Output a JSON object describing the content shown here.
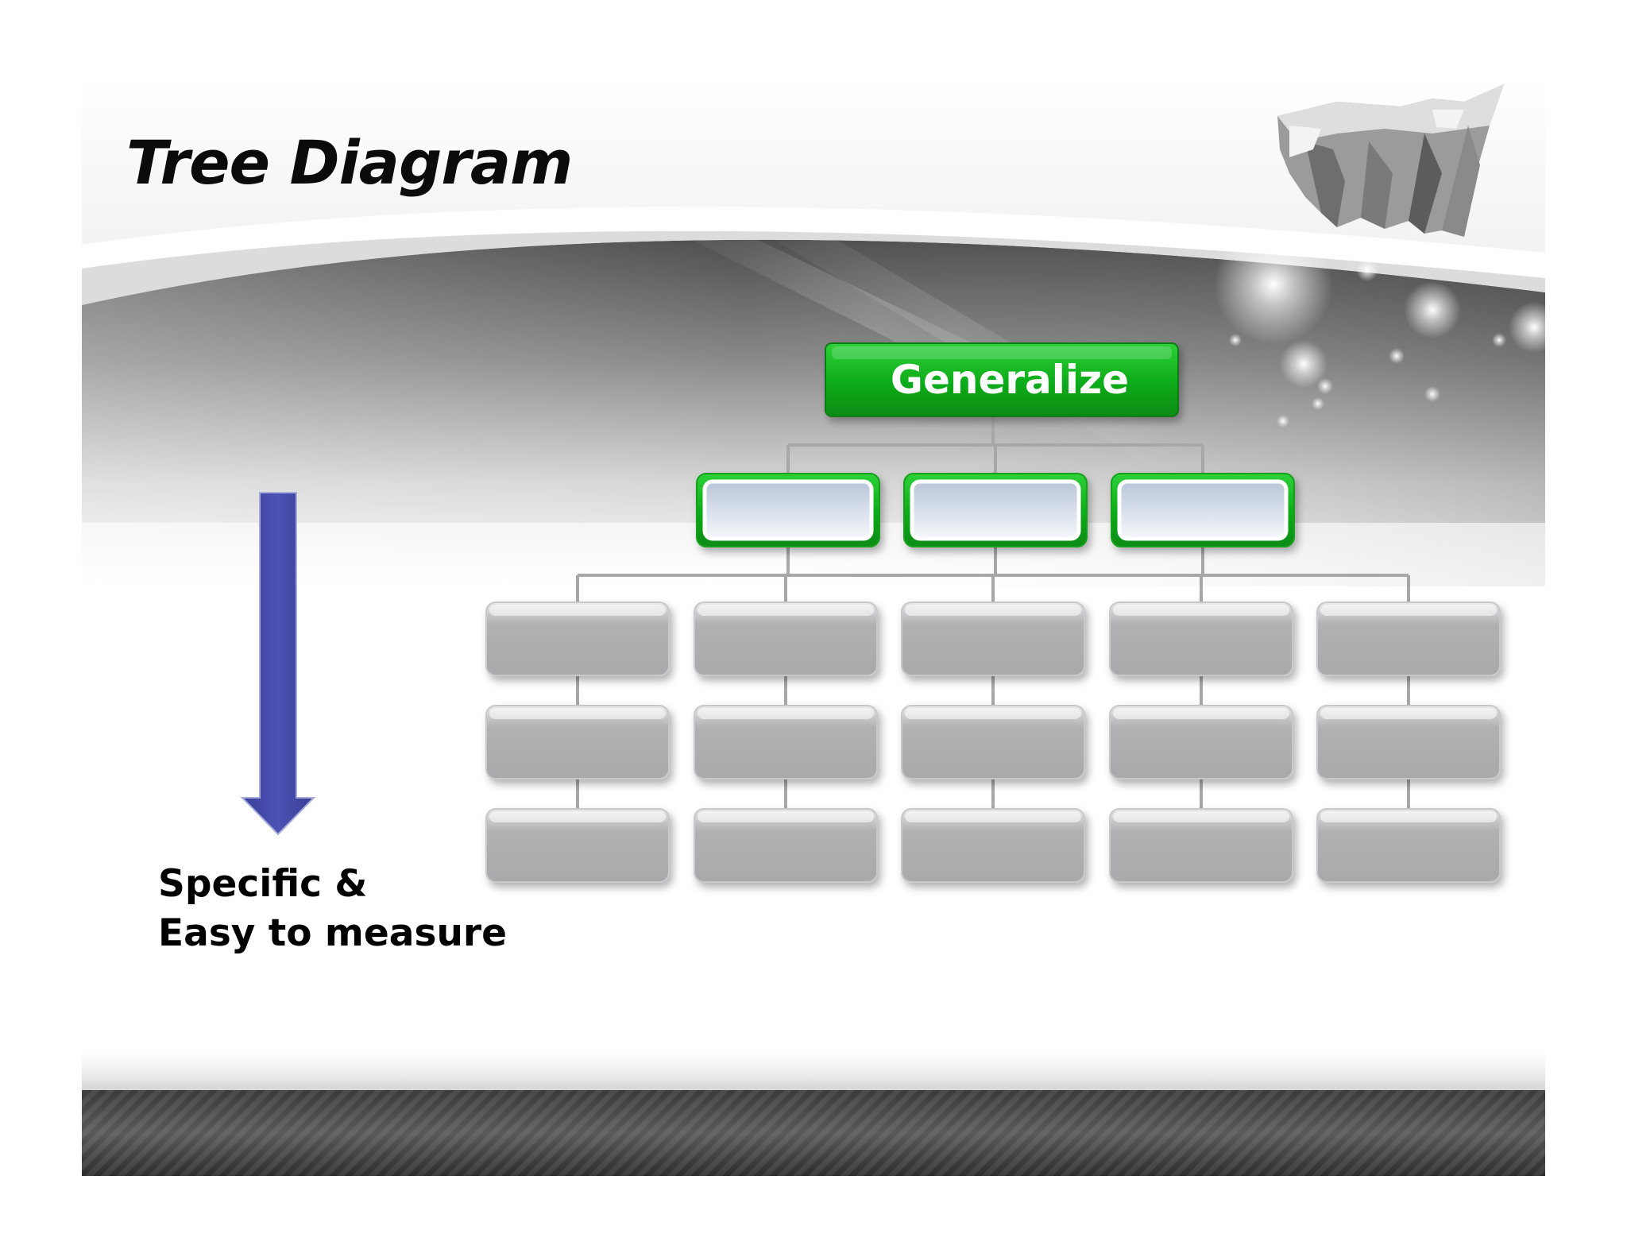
{
  "slide": {
    "title": "Tree Diagram",
    "caption_lines": [
      "Specific &",
      "Easy to measure"
    ]
  },
  "tree": {
    "root": {
      "label": "Generalize",
      "color": "#12a81c"
    },
    "level2_count": 3,
    "level2_border_color": "#14a01b",
    "level3_columns": 5,
    "level3_rows": 3,
    "level3_color": "#b3b3b5"
  },
  "arrow": {
    "color": "#444aa8",
    "direction": "down"
  },
  "decoration": {
    "globe_icon": "world-map-globe-icon"
  }
}
